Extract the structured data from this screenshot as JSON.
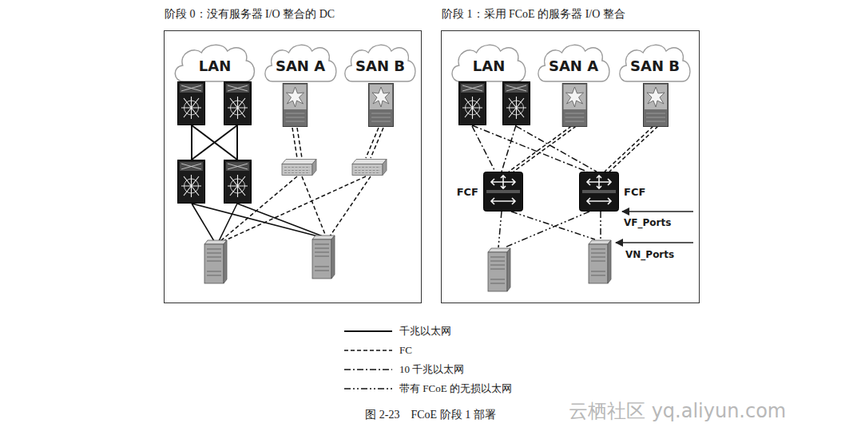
{
  "diagram": {
    "caption": "图 2-23　FCoE 阶段 1 部署",
    "nodes": [
      {
        "text": [
          "阶段 0：没有服务器 I/O 整合的 DC"
        ]
      },
      {
        "text": [
          "LAN"
        ],
        "in": 0
      },
      {
        "text": [
          "SAN A"
        ],
        "in": 0
      },
      {
        "text": [
          "SAN B"
        ],
        "in": 0
      },
      {
        "text": [
          "阶段 1：采用 FCoE 的服务器 I/O 整合"
        ]
      },
      {
        "text": [
          "LAN"
        ],
        "in": 4
      },
      {
        "text": [
          "SAN A"
        ],
        "in": 4
      },
      {
        "text": [
          "SAN B"
        ],
        "in": 4
      },
      {
        "text": [
          "FCF"
        ],
        "in": 4
      },
      {
        "text": [
          "FCF"
        ],
        "in": 4
      }
    ],
    "edges": [
      {
        "from": 5,
        "to": 8,
        "arrow": "none"
      },
      {
        "from": 5,
        "to": 9,
        "arrow": "none"
      },
      {
        "from": 6,
        "to": 8,
        "arrow": "none"
      },
      {
        "from": 7,
        "to": 9,
        "arrow": "none"
      }
    ],
    "labels": [
      "VF_Ports",
      "VN_Ports",
      "云栖社区 yq.aliyun.com"
    ],
    "legend": [
      {
        "text": "千兆以太网"
      },
      {
        "text": "FC"
      },
      {
        "text": "10 千兆以太网"
      },
      {
        "text": "带有 FCoE 的无损以太网"
      }
    ]
  }
}
